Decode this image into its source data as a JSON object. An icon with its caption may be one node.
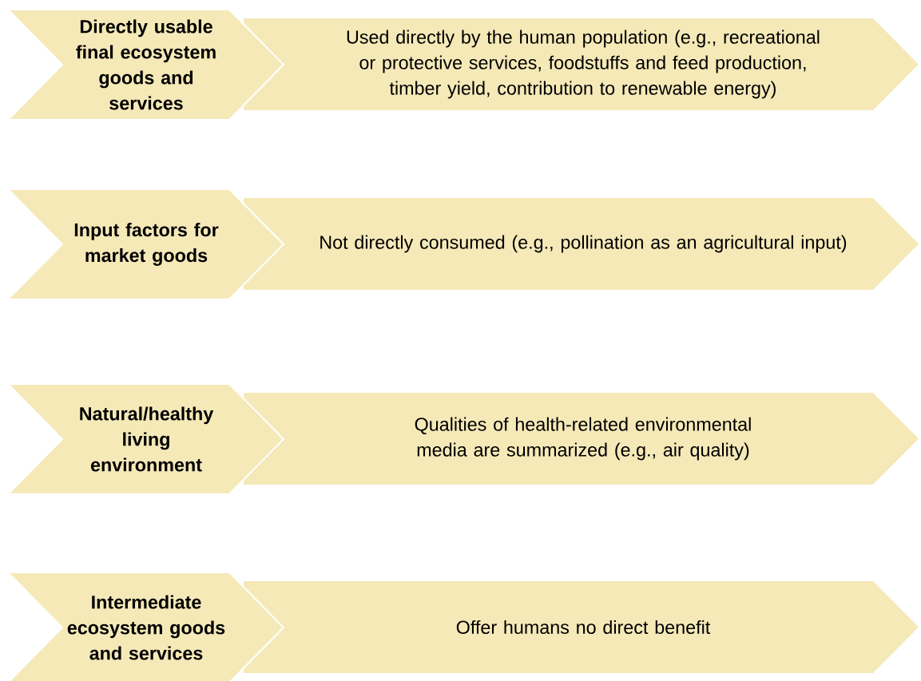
{
  "diagram": {
    "nodes": [
      {
        "text": [
          "Directly usable final ecosystem goods and services"
        ]
      },
      {
        "text": [
          "Used directly by the human population (e.g., recreational or protective services, foodstuffs and feed production, timber yield, contribution to renewable energy)"
        ]
      },
      {
        "text": [
          "Input factors for market goods"
        ]
      },
      {
        "text": [
          "Not directly consumed (e.g., pollination as an agricultural input)"
        ]
      },
      {
        "text": [
          "Natural/healthy living environment"
        ]
      },
      {
        "text": [
          "Qualities of health-related environmental media are summarized (e.g., air quality)"
        ]
      },
      {
        "text": [
          "Intermediate ecosystem goods and services"
        ]
      },
      {
        "text": [
          "Offer humans no direct benefit"
        ]
      }
    ]
  }
}
